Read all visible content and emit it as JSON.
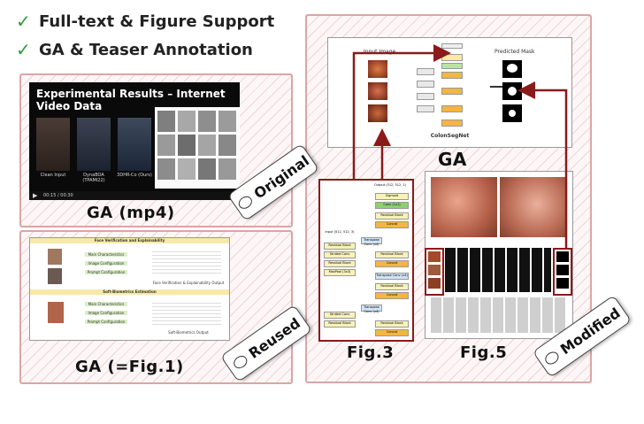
{
  "features": [
    {
      "icon": "check-icon",
      "mark": "✓",
      "text": "Full-text & Figure Support"
    },
    {
      "icon": "check-icon",
      "mark": "✓",
      "text": "GA & Teaser Annotation"
    }
  ],
  "video_panel": {
    "slide_title": "Experimental Results – Internet Video Data",
    "thumbs": [
      "Clean Input",
      "DynaBOA (TPAMI22)",
      "3DHR-Co (Ours)"
    ],
    "time": "00:15 / 00:30",
    "caption": "GA (mp4)"
  },
  "fig1_panel": {
    "section1_header": "Face Verification and Explainability",
    "section1_items": [
      "Main Characteristics",
      "Image Configuration",
      "Prompt Configuration"
    ],
    "section1_output": "Face Verification & Explainability Output",
    "section2_header": "Soft-Biometrics Estimation",
    "section2_items": [
      "Main Characteristics",
      "Image Configuration",
      "Prompt Configuration"
    ],
    "section2_output": "Soft-Biometrics Output",
    "caption": "GA (=Fig.1)"
  },
  "colonseg": {
    "input_label": "Input Image",
    "output_label": "Predicted Mask",
    "name": "ColonSegNet",
    "caption": "GA"
  },
  "fig3": {
    "top_label": "Output (512, 512, 1)",
    "left_label": "Input (512, 512, 3)",
    "blocks": [
      "Sigmoid",
      "Conv (1x1)",
      "Residual Block",
      "Concat",
      "Transpose Conv (x4)",
      "Residual Block",
      "Strided Conv",
      "Residual Block",
      "MaxPool (3x3)"
    ],
    "caption": "Fig.3"
  },
  "fig5": {
    "caption": "Fig.5"
  },
  "tags": {
    "original": "Original",
    "reused": "Reused",
    "modified": "Modified"
  },
  "colors": {
    "accent_red": "#8b1a1a",
    "check_green": "#2e9a3a",
    "hatch": "#d9a6a6"
  }
}
